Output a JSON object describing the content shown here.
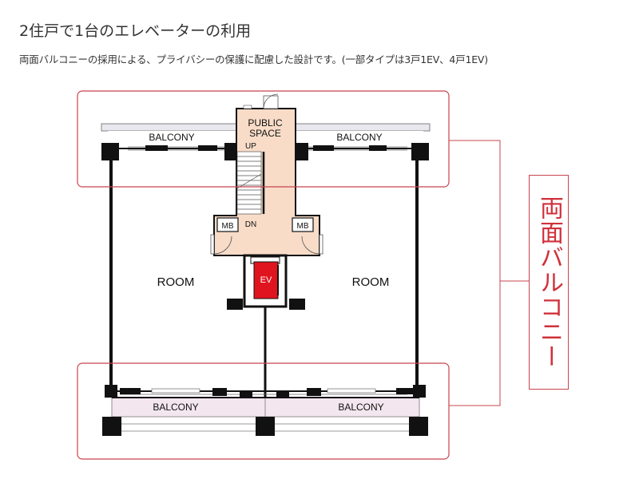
{
  "header": {
    "title": "2住戸で1台のエレベーターの利用",
    "subtitle": "両面バルコニーの採用による、プライバシーの保護に配慮した設計です。(一部タイプは3戸1EV、4戸1EV)"
  },
  "plan": {
    "balcony_top_left": "BALCONY",
    "balcony_top_right": "BALCONY",
    "balcony_bottom_left": "BALCONY",
    "balcony_bottom_right": "BALCONY",
    "public_space_line1": "PUBLIC",
    "public_space_line2": "SPACE",
    "up": "UP",
    "dn": "DN",
    "mb_left": "MB",
    "mb_right": "MB",
    "ev": "EV",
    "room_left": "ROOM",
    "room_right": "ROOM"
  },
  "callout": {
    "label": "両面バルコニー"
  },
  "colors": {
    "accent_red": "#c8444e",
    "callout_text": "#d0303a",
    "public_space_fill": "#f8dcc8",
    "balcony_bottom_fill": "#f3e6ee",
    "balcony_top_fill": "#e8e8ee",
    "elevator_red": "#e0141e"
  }
}
